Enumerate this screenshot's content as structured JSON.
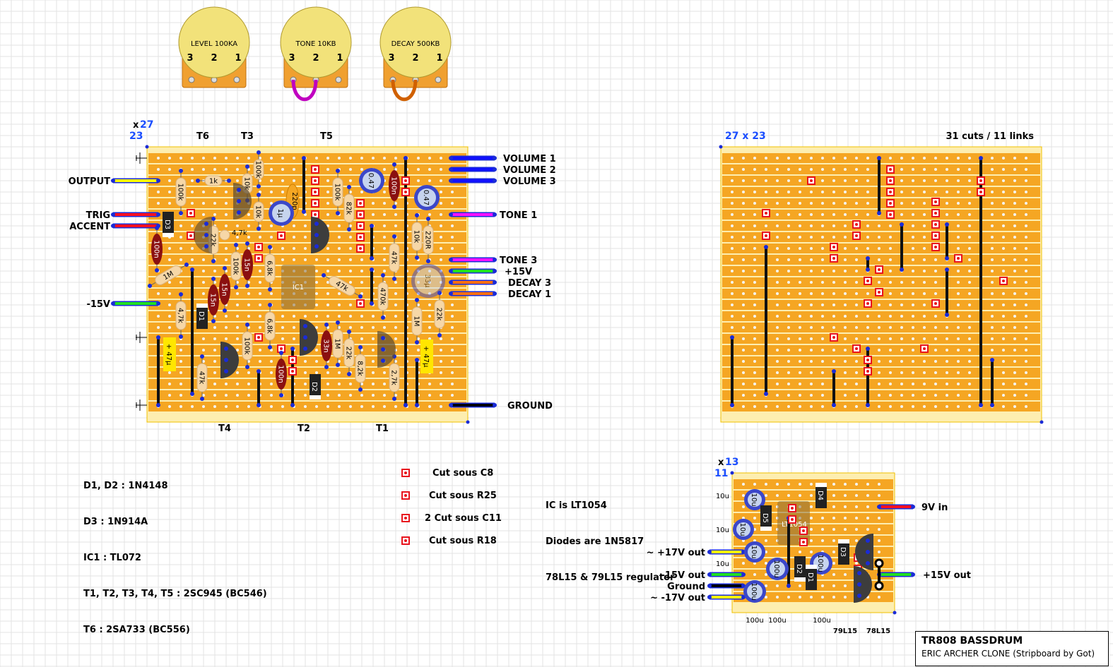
{
  "pots": [
    {
      "label": "LEVEL 100KA",
      "pins": [
        "3",
        "2",
        "1"
      ]
    },
    {
      "label": "TONE 10KB",
      "pins": [
        "3",
        "2",
        "1"
      ]
    },
    {
      "label": "DECAY 500KB",
      "pins": [
        "3",
        "2",
        "1"
      ]
    }
  ],
  "main_board": {
    "size_x": "x",
    "cols": "27",
    "rows": "23",
    "transistor_labels_top": [
      "T6",
      "T3",
      "T5"
    ],
    "transistor_labels_bottom": [
      "T4",
      "T2",
      "T1"
    ],
    "left_wires": [
      "OUTPUT",
      "TRIG",
      "ACCENT",
      "-15V"
    ],
    "right_wires": [
      "VOLUME 1",
      "VOLUME 2",
      "VOLUME 3",
      "TONE 1",
      "TONE 3",
      "+15V",
      "DECAY 3",
      "DECAY 1",
      "GROUND"
    ],
    "resistors": [
      "1k",
      "100k",
      "10k",
      "100k",
      "10k",
      "22k",
      "100k",
      "82k",
      "100k",
      "6,8k",
      "47k",
      "1M",
      "47k",
      "470k",
      "10k",
      "220R",
      "4,7k",
      "6,8k",
      "100k",
      "47k",
      "1M",
      "22k",
      "8,2k",
      "2,7k",
      "1M",
      "22k"
    ],
    "small_resistor_label": "4,7k",
    "ceramic_caps": [
      "100n",
      "15n",
      "15n",
      "15n",
      "100n",
      "100n",
      "33n"
    ],
    "electrolytics": [
      "0.47",
      "0.47",
      "1µ",
      "33µ"
    ],
    "film_cap": "220p",
    "tantalums": [
      "+ 47µ",
      "+ 47µ"
    ],
    "diodes": [
      "D3",
      "D1",
      "D2"
    ],
    "ic": "IC1"
  },
  "cuts_board": {
    "size": "27 x 23",
    "summary": "31 cuts / 11 links"
  },
  "psu_board": {
    "size_x": "x",
    "cols": "13",
    "rows": "11",
    "left_wires": [
      "~ +17V out",
      "-15V out",
      "Ground",
      "~ -17V out"
    ],
    "right_wires": [
      "9V in",
      "+15V out"
    ],
    "cap_side_labels": [
      "10u",
      "10u",
      "10u"
    ],
    "caps": [
      "10u",
      "10u",
      "10u",
      "100u",
      "100u",
      "100u"
    ],
    "bottom_labels": [
      "100u",
      "100u",
      "100u",
      "79L15",
      "78L15"
    ],
    "diodes": [
      "D4",
      "D5",
      "D2",
      "D1",
      "D3"
    ],
    "ic": "LT1054"
  },
  "parts_list": [
    "D1, D2 : 1N4148",
    "D3 : 1N914A",
    "IC1 : TL072",
    "T1, T2, T3, T4, T5 : 2SC945 (BC546)",
    "T6 : 2SA733 (BC556)"
  ],
  "cut_legend": [
    "Cut sous C8",
    "Cut sous R25",
    "2 Cut sous C11",
    "Cut sous R18"
  ],
  "psu_notes": [
    "IC is LT1054",
    "Diodes are 1N5817",
    "78L15 & 79L15 regulator"
  ],
  "title": {
    "main": "TR808 BASSDRUM",
    "sub": "ERIC ARCHER CLONE (Stripboard by Got)"
  },
  "colors": {
    "strip": "#f5a623",
    "board": "#fdeeb0",
    "cut": "#e8141e",
    "link": "#111111",
    "hole_dot": "#1a2bd8"
  }
}
